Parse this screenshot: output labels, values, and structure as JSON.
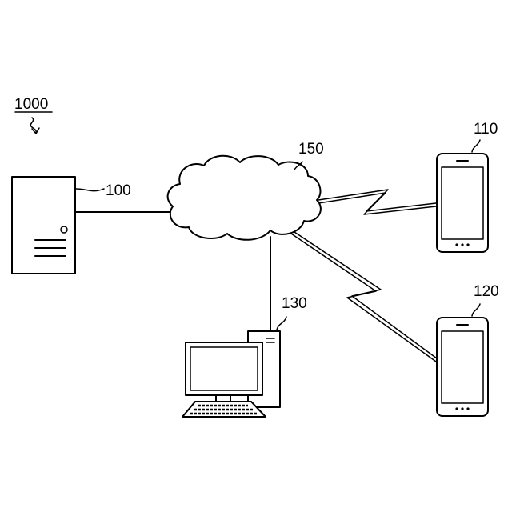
{
  "figure": {
    "system_label": "1000",
    "server_label": "100",
    "phone_top_label": "110",
    "phone_bottom_label": "120",
    "computer_label": "130",
    "network_label": "150"
  },
  "icons": {
    "server": "server-icon",
    "cloud": "cloud-network-icon",
    "phone": "smartphone-icon",
    "computer": "desktop-computer-icon",
    "wireless": "lightning-link-icon"
  }
}
